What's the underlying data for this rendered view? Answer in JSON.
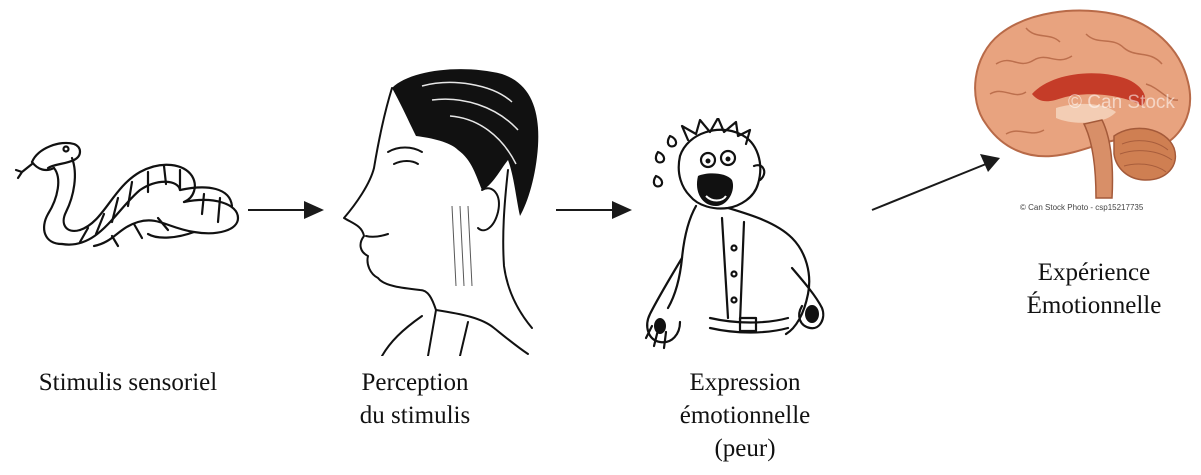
{
  "steps": [
    {
      "id": "stimulus",
      "label_lines": [
        "Stimulis sensoriel"
      ],
      "icon": "snake-icon"
    },
    {
      "id": "perception",
      "label_lines": [
        "Perception",
        "du stimulis"
      ],
      "icon": "man-profile-icon"
    },
    {
      "id": "expression",
      "label_lines": [
        "Expression",
        "émotionnelle",
        "(peur)"
      ],
      "icon": "frightened-man-icon"
    },
    {
      "id": "experience",
      "label_lines": [
        "Expérience",
        "Émotionnelle"
      ],
      "icon": "brain-icon"
    }
  ],
  "brain_image": {
    "credit": "© Can Stock Photo - csp15217735",
    "watermark": "© Can Stock"
  },
  "colors": {
    "line": "#111111",
    "arrow": "#1a1a1a",
    "brain_cortex": "#e8a37f",
    "brain_cerebellum": "#cf7f52",
    "brain_inner": "#c1311f"
  }
}
